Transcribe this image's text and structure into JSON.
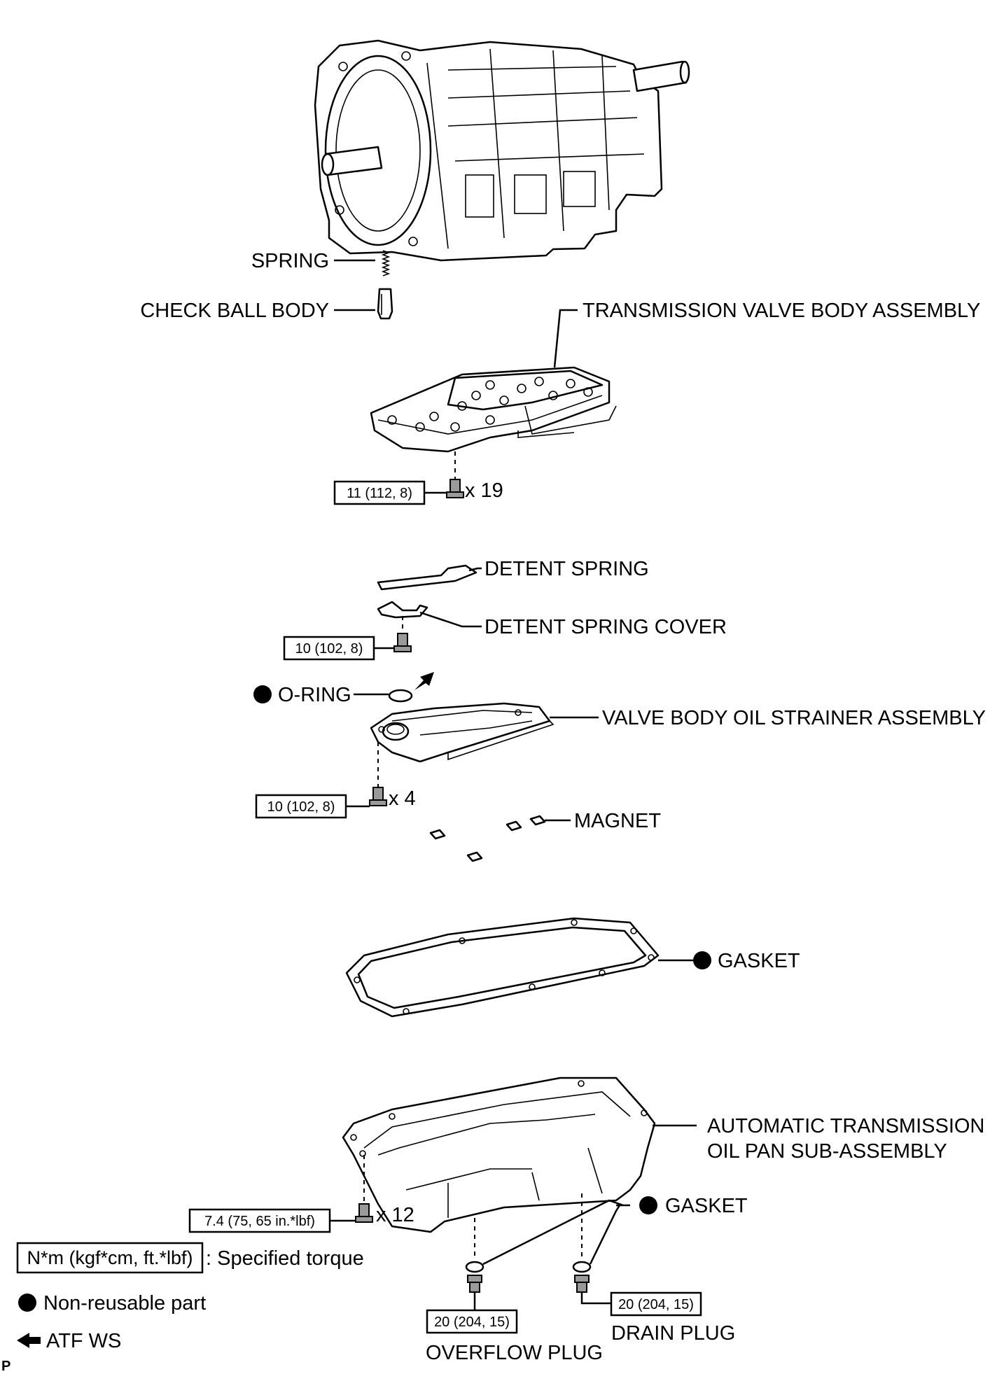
{
  "parts": {
    "spring": "SPRING",
    "check_ball_body": "CHECK BALL BODY",
    "transmission_valve_body_assembly": "TRANSMISSION VALVE BODY ASSEMBLY",
    "detent_spring": "DETENT SPRING",
    "detent_spring_cover": "DETENT SPRING COVER",
    "o_ring": "O-RING",
    "valve_body_oil_strainer_assembly": "VALVE BODY OIL STRAINER ASSEMBLY",
    "magnet": "MAGNET",
    "gasket_pan": "GASKET",
    "oil_pan_line1": "AUTOMATIC TRANSMISSION",
    "oil_pan_line2": "OIL PAN SUB-ASSEMBLY",
    "gasket_plugs": "GASKET",
    "overflow_plug": "OVERFLOW PLUG",
    "drain_plug": "DRAIN PLUG"
  },
  "torques": {
    "valve_body_bolts": "11 (112, 8)",
    "detent_spring_bolt": "10 (102, 8)",
    "strainer_bolts": "10 (102, 8)",
    "oil_pan_bolts": "7.4 (75, 65 in.*lbf)",
    "overflow_plug": "20 (204, 15)",
    "drain_plug": "20 (204, 15)"
  },
  "quantities": {
    "valve_body_bolts": "x 19",
    "strainer_bolts": "x 4",
    "oil_pan_bolts": "x 12"
  },
  "legend": {
    "torque_unit": "N*m (kgf*cm, ft.*lbf)",
    "torque_desc": ": Specified torque",
    "non_reusable": "Non-reusable part",
    "atf": "ATF WS"
  },
  "footer_mark": "P"
}
